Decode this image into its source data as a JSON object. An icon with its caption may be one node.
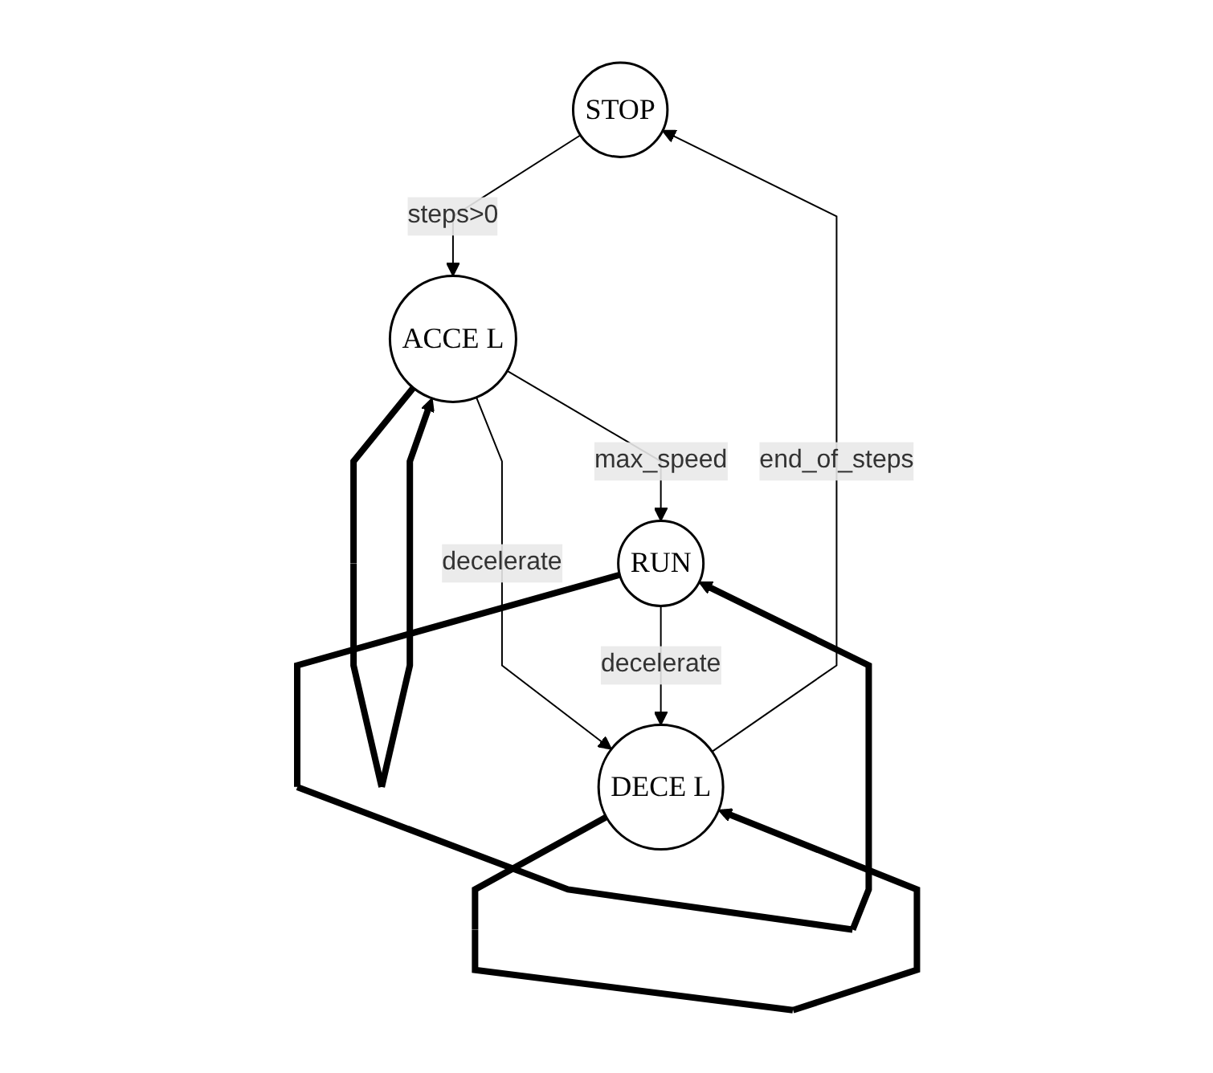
{
  "diagram": {
    "nodes": [
      {
        "text": [
          "STOP"
        ]
      },
      {
        "text": [
          "DECE L"
        ]
      },
      {
        "text": [
          "ACCE L"
        ]
      },
      {
        "text": [
          "RUN"
        ]
      }
    ],
    "edges": [
      {
        "from": 0,
        "to": 2,
        "arrow": "to",
        "label": "steps>0"
      },
      {
        "from": 2,
        "to": 1,
        "arrow": "to",
        "label": "decelerate"
      },
      {
        "from": 1,
        "to": 0,
        "arrow": "to",
        "label": "end_of_steps"
      },
      {
        "from": 2,
        "to": 3,
        "arrow": "to",
        "label": "max_speed"
      },
      {
        "from": 3,
        "to": 1,
        "arrow": "to",
        "label": "decelerate"
      },
      {
        "from": 1,
        "to": 1,
        "arrow": "to",
        "style": "thick"
      },
      {
        "from": 2,
        "to": 2,
        "arrow": "to",
        "style": "thick"
      },
      {
        "from": 3,
        "to": 3,
        "arrow": "to",
        "style": "thick"
      }
    ]
  }
}
